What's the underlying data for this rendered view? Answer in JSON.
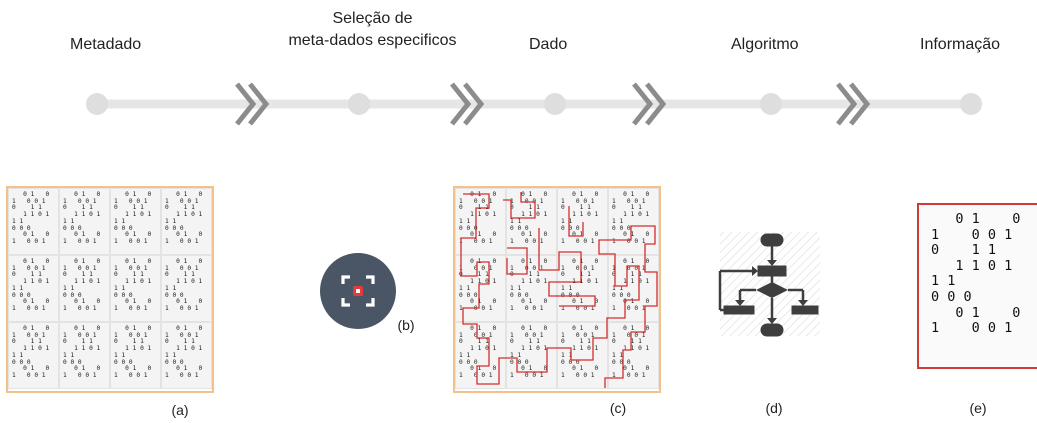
{
  "stages": [
    {
      "title": "Metadado"
    },
    {
      "title": "Seleção de\nmeta-dados especificos"
    },
    {
      "title": "Dado"
    },
    {
      "title": "Algoritmo"
    },
    {
      "title": "Informação"
    }
  ],
  "captions": [
    "(a)",
    "(b)",
    "(c)",
    "(d)",
    "(e)"
  ],
  "binary_tile_text": "   0 1   0\n1   0 0 1\n0    1 1\n   1 1 0 1\n1 1\n0 0 0\n   0 1   0\n1   0 0 1",
  "binary_detail_text": "   0 1    0\n1    0 0 1\n0    1 1\n   1 1 0 1\n1 1\n0 0 0\n   0 1    0\n1    0 0 1",
  "colors": {
    "timeline_line": "#e6e6e6",
    "timeline_dot": "#dedede",
    "chevron": "#8c8c8c",
    "grid_border": "#f3c189",
    "selection_path": "#d42d2d",
    "camera_circle": "#4a5666",
    "camera_dot": "#e23b3b",
    "flowchart_fill": "#3e3e3e",
    "highlight_border": "#d23a3a"
  },
  "icons": [
    "chevron-double-right-icon",
    "camera-focus-icon",
    "flowchart-icon"
  ]
}
